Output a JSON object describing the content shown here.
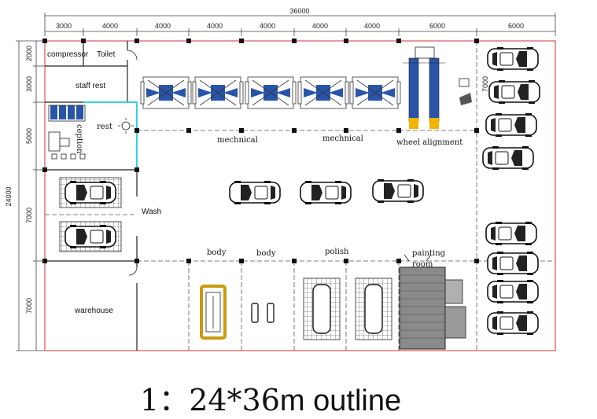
{
  "dimensions": {
    "top_total": "36000",
    "top_segments": [
      "3000",
      "4000",
      "4000",
      "4000",
      "4000",
      "4000",
      "4000",
      "6000",
      "6000"
    ],
    "left_total": "24000",
    "left_segments": [
      "2000",
      "3000",
      "5000",
      "7000",
      "7000"
    ],
    "right_bay": "7000"
  },
  "rooms": {
    "compressor": "compressor",
    "toilet": "Toilet",
    "staff_rest": "staff  rest",
    "rest": "rest",
    "reception": "ception",
    "wash": "Wash",
    "warehouse": "warehouse"
  },
  "zones": {
    "mechanical_1": "mechnical",
    "mechanical_2": "mechnical",
    "wheel_alignment": "wheel alignment",
    "body_1": "body",
    "body_2": "body",
    "polish": "polish",
    "painting_line1": "painting",
    "painting_line2": "room"
  },
  "caption": {
    "prefix": "1：",
    "size": "24*36",
    "suffix": "m  outline"
  },
  "colors": {
    "outline": "#e06060",
    "lift_blue": "#2855a8",
    "alignment_yellow": "#f0b400",
    "reception_wall": "#3ad0e0",
    "column": "#111111"
  }
}
